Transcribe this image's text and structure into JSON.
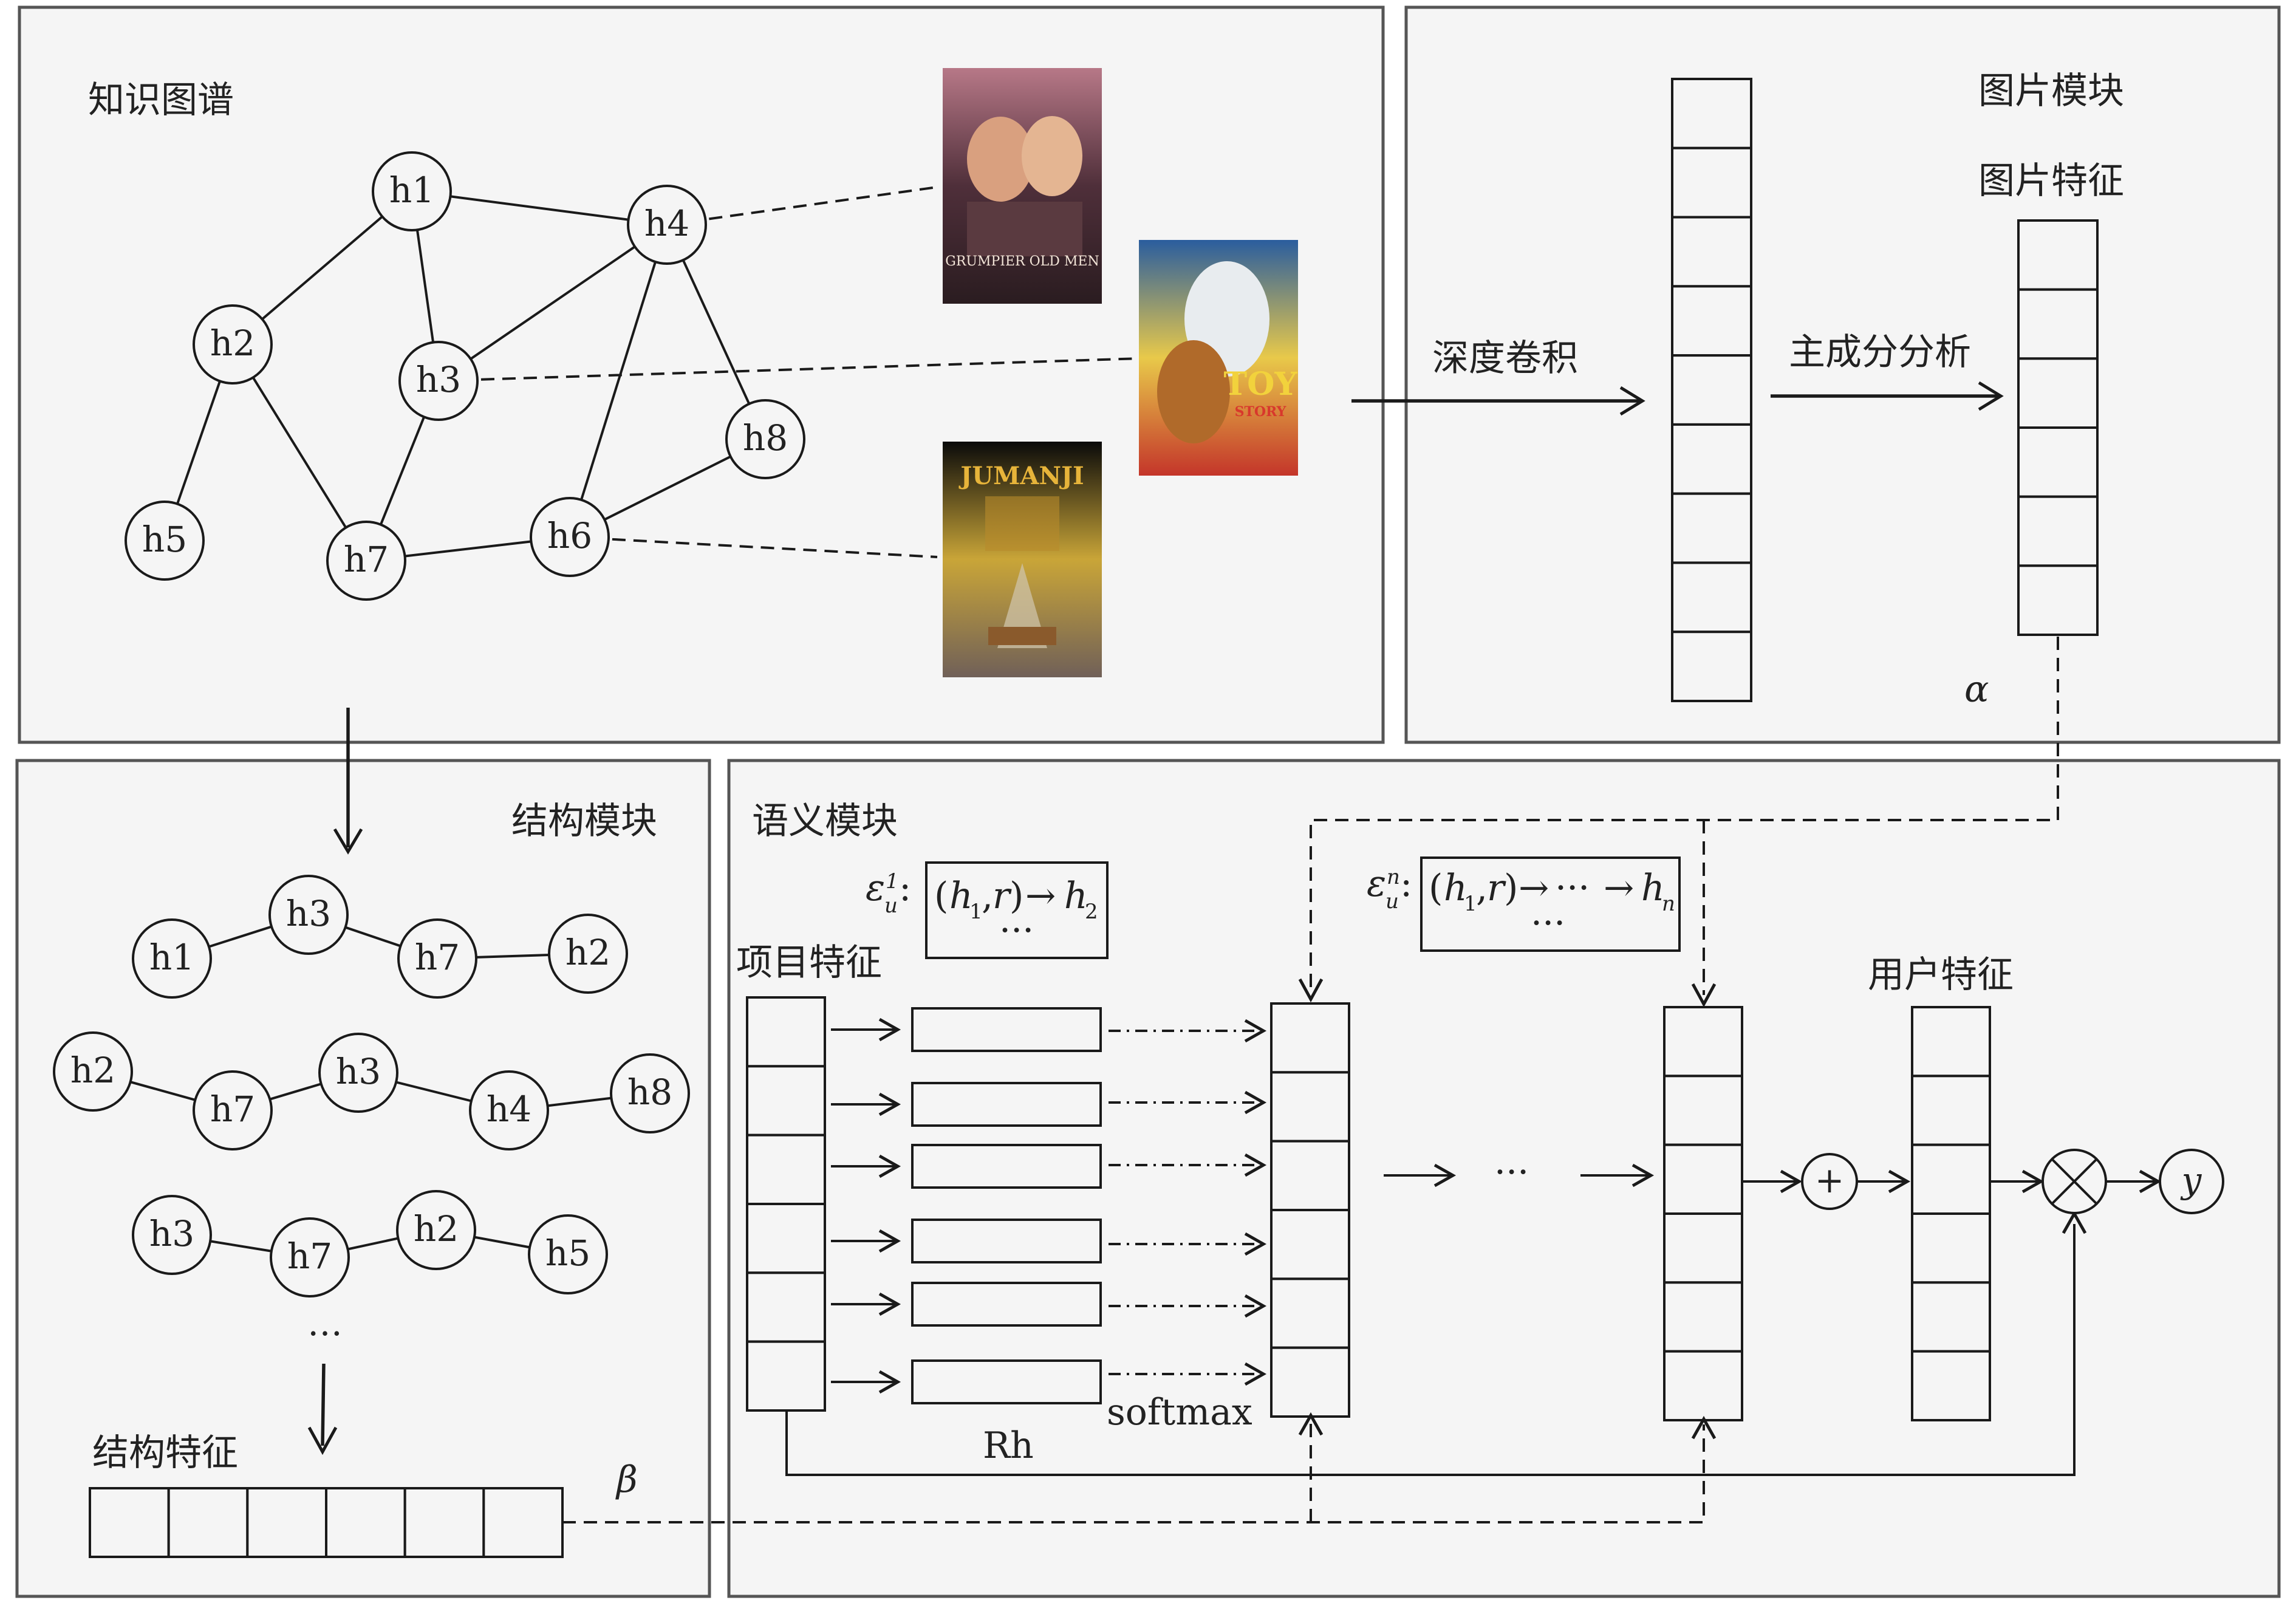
{
  "panels": {
    "knowledge_graph": {
      "title": "知识图谱"
    },
    "image_module": {
      "title": "图片模块",
      "feature_label": "图片特征"
    },
    "structure_module": {
      "title": "结构模块",
      "feature_label": "结构特征"
    },
    "semantic_module": {
      "title": "语义模块",
      "item_feature_label": "项目特征",
      "user_feature_label": "用户特征"
    }
  },
  "kg_nodes": [
    "h1",
    "h2",
    "h3",
    "h4",
    "h5",
    "h6",
    "h7",
    "h8"
  ],
  "kg_edges": [
    [
      "h1",
      "h4"
    ],
    [
      "h1",
      "h2"
    ],
    [
      "h1",
      "h3"
    ],
    [
      "h2",
      "h5"
    ],
    [
      "h2",
      "h7"
    ],
    [
      "h3",
      "h4"
    ],
    [
      "h3",
      "h7"
    ],
    [
      "h4",
      "h6"
    ],
    [
      "h4",
      "h8"
    ],
    [
      "h7",
      "h6"
    ],
    [
      "h6",
      "h8"
    ]
  ],
  "kg_links": [
    [
      "h4",
      "poster1"
    ],
    [
      "h3",
      "poster2"
    ],
    [
      "h6",
      "poster3"
    ]
  ],
  "posters": [
    {
      "id": "poster1",
      "title": "GRUMPIER OLD MEN",
      "colors": [
        "#b77887",
        "#4f2f3a",
        "#2a1c20"
      ]
    },
    {
      "id": "poster2",
      "title": "TOY",
      "subtitle": "STORY",
      "colors": [
        "#2a5d9e",
        "#e8c94a",
        "#c4352a"
      ]
    },
    {
      "id": "poster3",
      "title": "JUMANJI",
      "colors": [
        "#0a0a0a",
        "#c9a538",
        "#706058"
      ]
    }
  ],
  "operations": {
    "deep_conv": "深度卷积",
    "pca": "主成分分析"
  },
  "greek": {
    "alpha": "α",
    "beta": "β"
  },
  "paths": [
    [
      "h1",
      "h3",
      "h7",
      "h2"
    ],
    [
      "h2",
      "h7",
      "h3",
      "h4",
      "h8"
    ],
    [
      "h3",
      "h7",
      "h2",
      "h5"
    ]
  ],
  "ellipsis": "…",
  "semantic": {
    "formula1": {
      "eps": "ε",
      "sup": "1",
      "sub": "u",
      "h1": "h",
      "h1sub": "1",
      "r": "r",
      "end": "h",
      "endsub": "2",
      "colon": ":"
    },
    "formula2": {
      "eps": "ε",
      "sup": "n",
      "sub": "u",
      "h1": "h",
      "h1sub": "1",
      "r": "r",
      "end": "h",
      "endsub": "n",
      "colon": ":"
    },
    "rh_label": "Rh",
    "softmax_label": "softmax",
    "dots": "···",
    "plus": "+",
    "output": "y"
  }
}
